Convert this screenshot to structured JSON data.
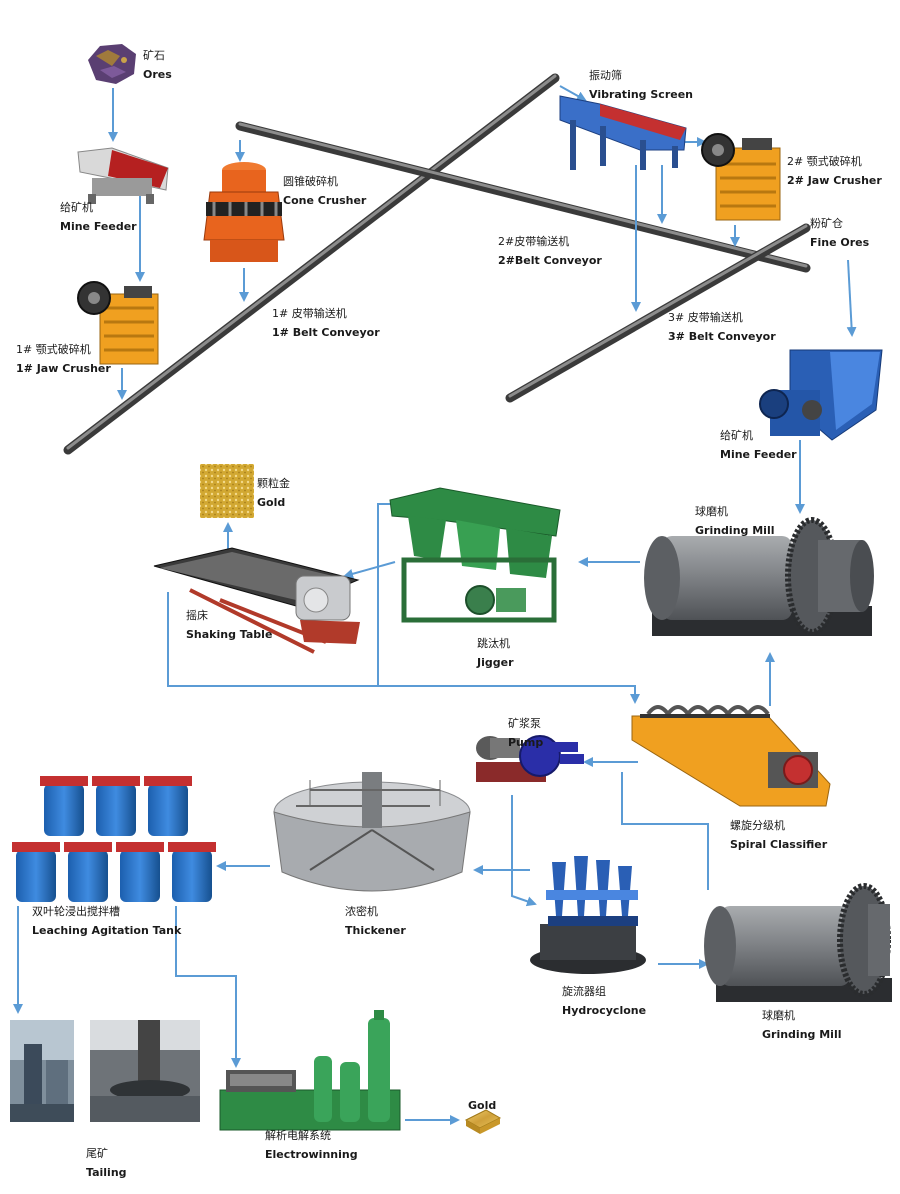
{
  "labels": {
    "ores": {
      "cn": "矿石",
      "en": "Ores"
    },
    "mine_feeder_1": {
      "cn": "给矿机",
      "en": "Mine Feeder"
    },
    "jaw_crusher_1": {
      "cn": "1# 颚式破碎机",
      "en": "1# Jaw Crusher"
    },
    "cone_crusher": {
      "cn": "圆锥破碎机",
      "en": "Cone Crusher"
    },
    "belt_conveyor_1": {
      "cn": "1# 皮带输送机",
      "en": "1# Belt Conveyor"
    },
    "vibrating_screen": {
      "cn": "振动筛",
      "en": "Vibrating Screen"
    },
    "jaw_crusher_2": {
      "cn": "2# 颚式破碎机",
      "en": "2# Jaw Crusher"
    },
    "belt_conveyor_2": {
      "cn": "2#皮带输送机",
      "en": "2#Belt Conveyor"
    },
    "fine_ores": {
      "cn": "粉矿仓",
      "en": "Fine Ores"
    },
    "belt_conveyor_3": {
      "cn": "3# 皮带输送机",
      "en": "3# Belt Conveyor"
    },
    "mine_feeder_2": {
      "cn": "给矿机",
      "en": "Mine Feeder"
    },
    "gold_granules": {
      "cn": "颗粒金",
      "en": "Gold"
    },
    "grinding_mill_1": {
      "cn": "球磨机",
      "en": "Grinding Mill"
    },
    "shaking_table": {
      "cn": "摇床",
      "en": "Shaking Table"
    },
    "jigger": {
      "cn": "跳汰机",
      "en": "Jigger"
    },
    "pump": {
      "cn": "矿浆泵",
      "en": "Pump"
    },
    "spiral_classifier": {
      "cn": "螺旋分级机",
      "en": "Spiral Classifier"
    },
    "leaching_tank": {
      "cn": "双叶轮浸出搅拌槽",
      "en": "Leaching Agitation Tank"
    },
    "thickener": {
      "cn": "浓密机",
      "en": "Thickener"
    },
    "hydrocyclone": {
      "cn": "旋流器组",
      "en": "Hydrocyclone"
    },
    "grinding_mill_2": {
      "cn": "球磨机",
      "en": "Grinding Mill"
    },
    "tailing": {
      "cn": "尾矿",
      "en": "Tailing"
    },
    "electrowinning": {
      "cn": "解析电解系统",
      "en": "Electrowinning"
    },
    "gold_bar": {
      "en": "Gold"
    }
  },
  "colors": {
    "arrow": "#5b9bd5",
    "belt": "#555555",
    "machine_orange": "#f0a020",
    "cone_orange": "#e8641e",
    "machine_blue": "#2a5fb5",
    "mill_grey": "#7a7d80",
    "jig_green": "#2e8b45",
    "gold": "#d4a520"
  }
}
